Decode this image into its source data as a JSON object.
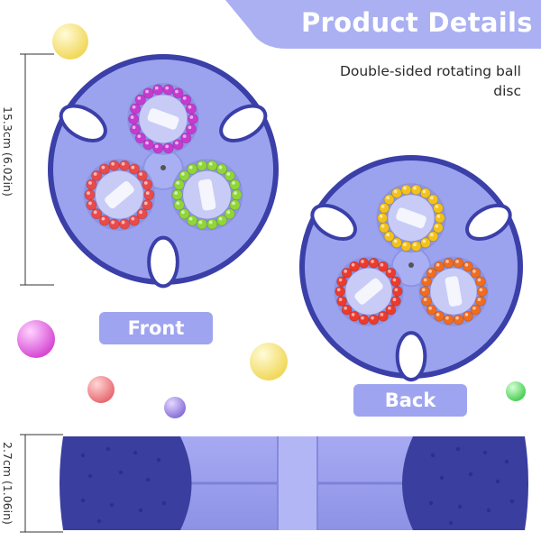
{
  "header": {
    "title": "Product Details",
    "subtitle": "Double-sided rotating ball disc"
  },
  "labels": {
    "front": "Front",
    "back": "Back"
  },
  "dimensions": {
    "diameter": "15.3cm (6.02in)",
    "thickness": "2.7cm (1.06in)"
  },
  "colors": {
    "banner": "#aab0f2",
    "disc_body": "#9ca3ee",
    "disc_rim": "#3b3fa8",
    "pill": "#9ea4ef",
    "front_rings": [
      "#c63ad0",
      "#8fd636",
      "#e94a4a"
    ],
    "back_rings": [
      "#f2c21b",
      "#f06c1f",
      "#ec3a2c"
    ]
  }
}
